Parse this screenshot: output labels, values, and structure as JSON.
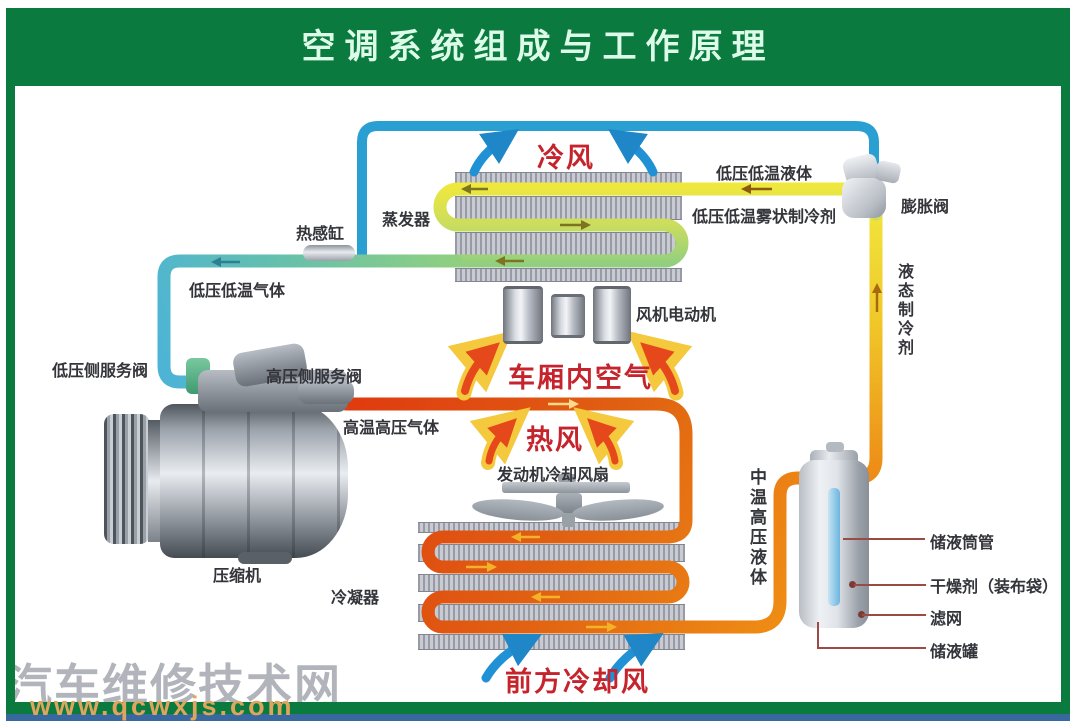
{
  "title": "空调系统组成与工作原理",
  "labels": {
    "cold_wind": "冷风",
    "lp_lt_liquid": "低压低温液体",
    "expansion_valve": "膨胀阀",
    "lp_lt_mist": "低压低温雾状制冷剂",
    "evaporator": "蒸发器",
    "thermal_bulb": "热感缸",
    "liquid_refrigerant": "液态制冷剂",
    "lp_lt_gas": "低压低温气体",
    "fan_motor": "风机电动机",
    "lp_service_valve": "低压侧服务阀",
    "hp_service_valve": "高压侧服务阀",
    "cabin_air": "车厢内空气",
    "ht_hp_gas": "高温高压气体",
    "hot_wind": "热风",
    "engine_cooling_fan": "发动机冷却风扇",
    "mt_hp_liquid": "中温高压液体",
    "compressor": "压缩机",
    "condenser": "冷凝器",
    "receiver_tube": "储液筒管",
    "desiccant": "干燥剂（装布袋）",
    "filter_screen": "滤网",
    "receiver_tank": "储液罐",
    "front_cooling_wind": "前方冷却风"
  },
  "watermark": {
    "site_name": "汽车维修技术网",
    "site_url": "www.qcwxjs.com"
  },
  "colors": {
    "frame_green": "#0b7a3e",
    "title_text": "#ddfbe9",
    "red_label": "#c5242c",
    "dark_label": "#34353b",
    "pipe_blue": "#2aa0d2",
    "pipe_yellow": "#f1e43c",
    "pipe_green": "#90cf80",
    "pipe_cyan": "#4db4d6",
    "pipe_red": "#df3b10",
    "pipe_orange": "#ef8d14"
  }
}
